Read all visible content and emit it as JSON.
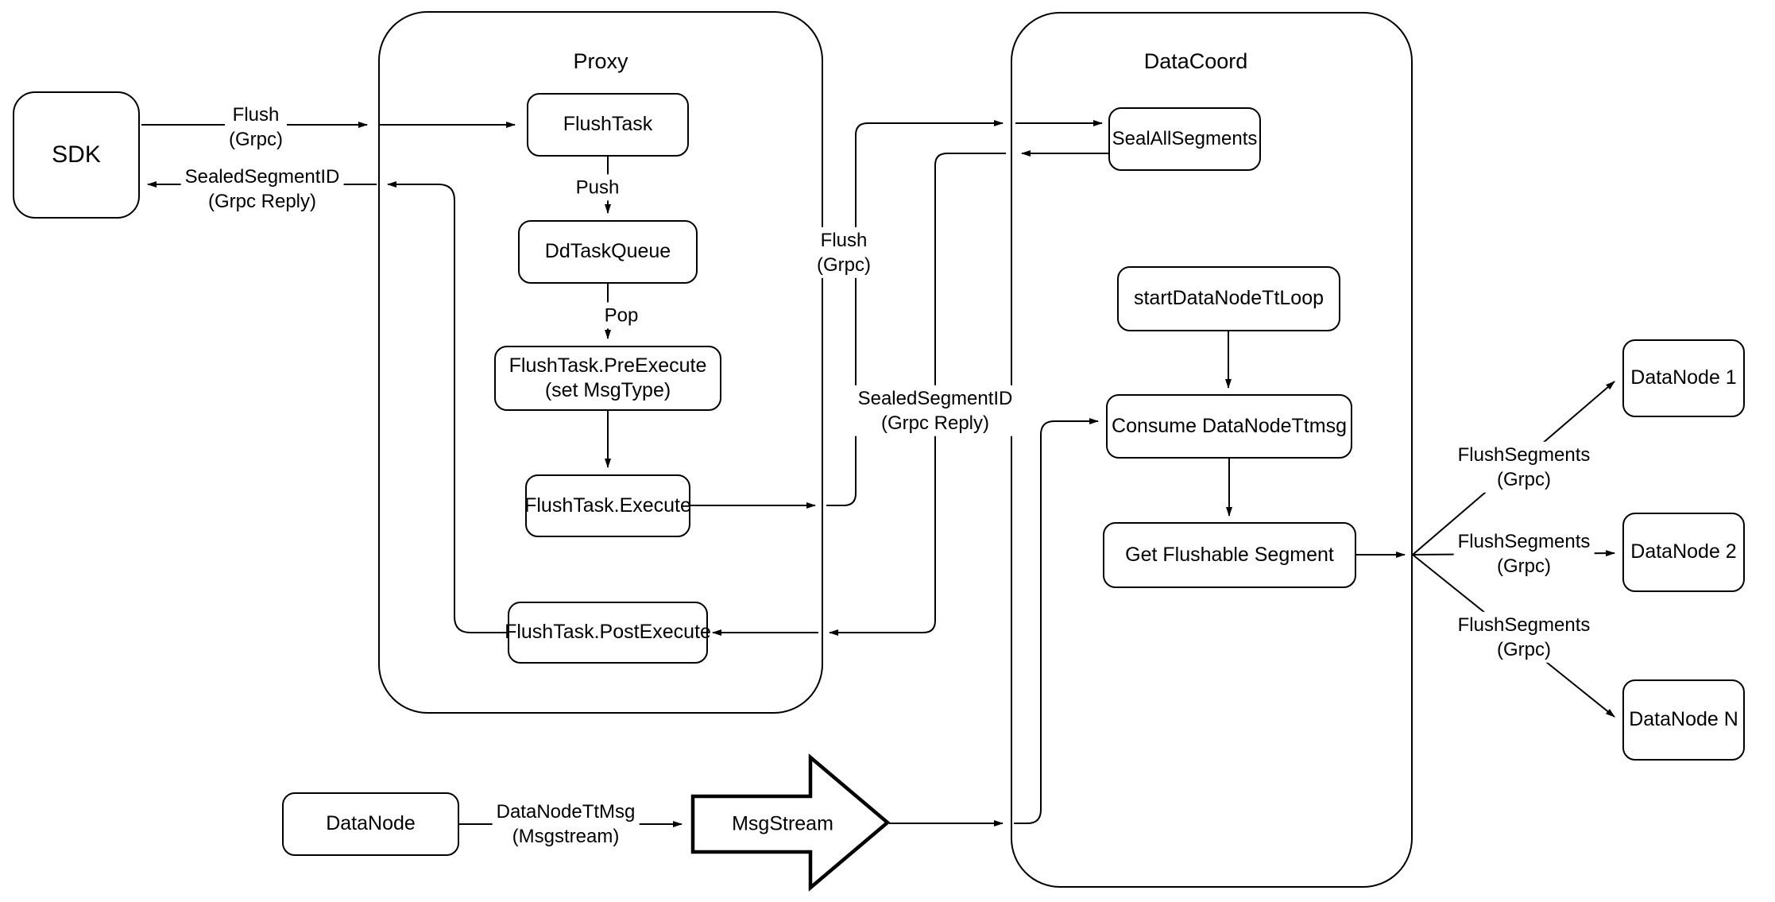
{
  "containers": {
    "proxy": {
      "title": "Proxy"
    },
    "datacoord": {
      "title": "DataCoord"
    }
  },
  "nodes": {
    "sdk": {
      "label": "SDK"
    },
    "flush_task": {
      "label": "FlushTask"
    },
    "dd_task_queue": {
      "label": "DdTaskQueue"
    },
    "pre_execute": {
      "line1": "FlushTask.PreExecute",
      "line2": "(set MsgType)"
    },
    "execute": {
      "label": "FlushTask.Execute"
    },
    "post_execute": {
      "label": "FlushTask.PostExecute"
    },
    "seal_all_segments": {
      "label": "SealAllSegments"
    },
    "start_datanode_tt_loop": {
      "label": "startDataNodeTtLoop"
    },
    "consume_datanode_ttmsg": {
      "label": "Consume DataNodeTtmsg"
    },
    "get_flushable_segment": {
      "label": "Get Flushable Segment"
    },
    "datanode_1": {
      "label": "DataNode 1"
    },
    "datanode_2": {
      "label": "DataNode 2"
    },
    "datanode_n": {
      "label": "DataNode N"
    },
    "datanode": {
      "label": "DataNode"
    },
    "msgstream": {
      "label": "MsgStream"
    }
  },
  "edge_labels": {
    "flush_sdk": {
      "line1": "Flush",
      "line2": "(Grpc)"
    },
    "sealed_sdk": {
      "line1": "SealedSegmentID",
      "line2": "(Grpc Reply)"
    },
    "push": {
      "label": "Push"
    },
    "pop": {
      "label": "Pop"
    },
    "flush_mid": {
      "line1": "Flush",
      "line2": "(Grpc)"
    },
    "sealed_mid": {
      "line1": "SealedSegmentID",
      "line2": "(Grpc Reply)"
    },
    "flush_segments_1": {
      "line1": "FlushSegments",
      "line2": "(Grpc)"
    },
    "flush_segments_2": {
      "line1": "FlushSegments",
      "line2": "(Grpc)"
    },
    "flush_segments_3": {
      "line1": "FlushSegments",
      "line2": "(Grpc)"
    },
    "datanode_ttmsg": {
      "line1": "DataNodeTtMsg",
      "line2": "(Msgstream)"
    }
  },
  "colors": {
    "line": "#000000",
    "node_fill": "#ffffff",
    "background": "#ffffff"
  }
}
